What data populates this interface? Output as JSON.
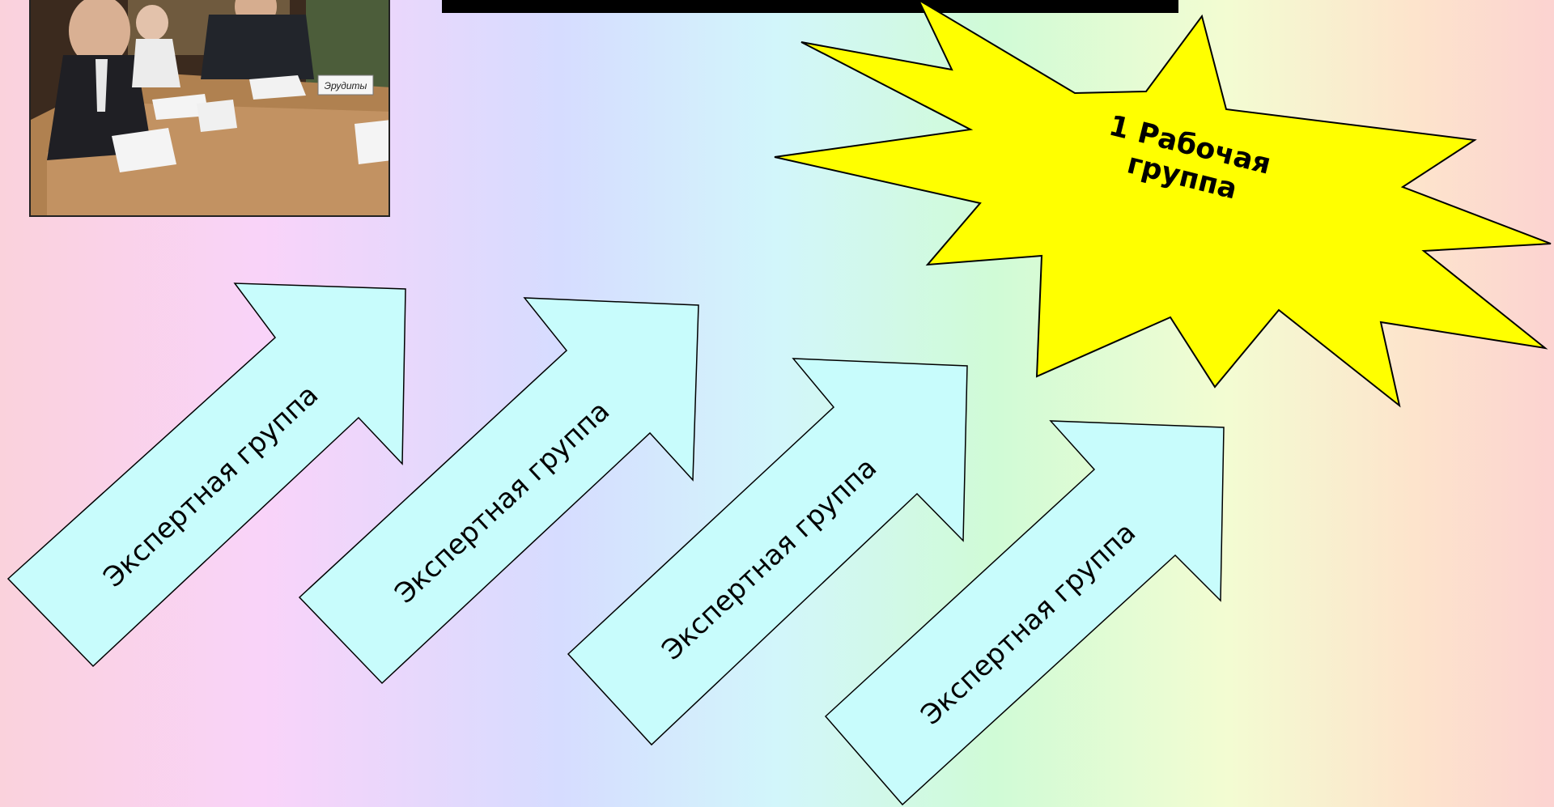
{
  "slide": {
    "star_label_line1": "1 Рабочая",
    "star_label_line2": "группа",
    "photo": {
      "sign_text": "Эрудиты"
    },
    "arrows": [
      {
        "label": "Экспертная группа"
      },
      {
        "label": "Экспертная группа"
      },
      {
        "label": "Экспертная группа"
      },
      {
        "label": "Экспертная группа"
      }
    ]
  },
  "colors": {
    "arrow_fill": "#c8fcfc",
    "star_fill": "#ffff00",
    "outline": "#000000"
  }
}
